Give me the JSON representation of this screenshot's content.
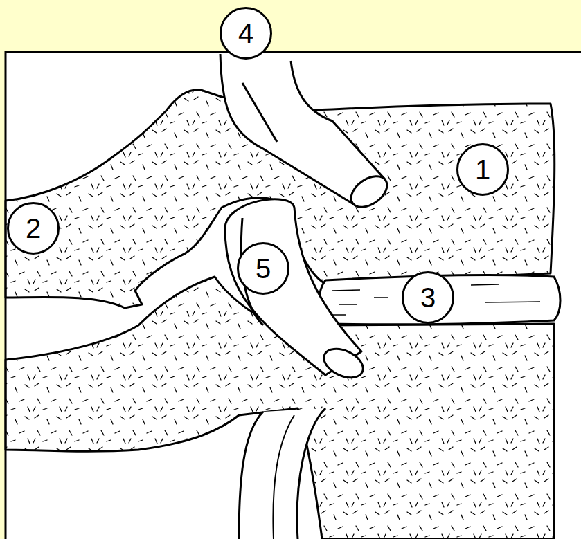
{
  "diagram": {
    "nodes": [
      {
        "text": [
          "4"
        ]
      },
      {
        "text": [
          "1"
        ]
      },
      {
        "text": [
          "2"
        ]
      },
      {
        "text": [
          "5"
        ]
      },
      {
        "text": [
          "3"
        ]
      }
    ]
  }
}
